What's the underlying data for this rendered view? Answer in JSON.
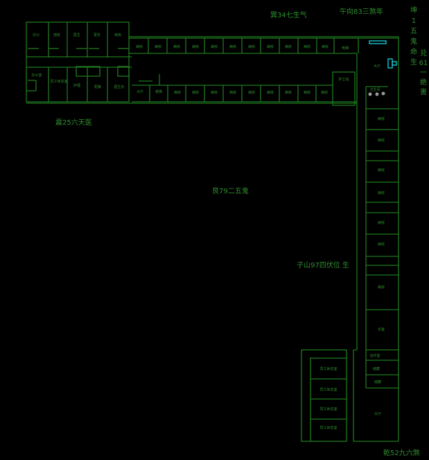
{
  "annotations": {
    "top_left": "巽34七生气",
    "top_right": "午向83三煞年",
    "right_col1": [
      "坤",
      "1",
      "五",
      "鬼",
      "命",
      "生"
    ],
    "right_col2": [
      "兑",
      "61",
      "一",
      "绝",
      "害"
    ],
    "left": "震25六天医",
    "center": "艮79二五鬼",
    "lower_center": "子山97四伏位 生",
    "bottom": "乾52九六煞"
  },
  "rooms": {
    "left_block_top": [
      "办公",
      "值班",
      "医生",
      "更衣",
      "库房"
    ],
    "left_block_bottom": [
      "办公室",
      "员工休息室",
      "护理",
      "配餐",
      "医生办"
    ],
    "corridor_top": [
      "病房",
      "病房",
      "病房",
      "病房",
      "病房",
      "病房",
      "病房",
      "病房",
      "病房",
      "病房",
      "病房",
      "电梯"
    ],
    "corridor_bottom": [
      "大厅",
      "楼梯",
      "病房",
      "病房",
      "病房",
      "病房",
      "病房",
      "病房",
      "病房",
      "病房",
      "病房"
    ],
    "center_misc": [
      "大厅",
      "护士站",
      "卫生间"
    ],
    "right_wing": [
      "病房",
      "病房",
      "病房",
      "病房",
      "病房",
      "病房",
      "病房",
      "诊室",
      "治疗室",
      "储藏",
      "储藏",
      "大厅"
    ],
    "bottom_left": [
      "员工休息室",
      "员工休息室",
      "员工休息室",
      "员工休息室"
    ]
  }
}
